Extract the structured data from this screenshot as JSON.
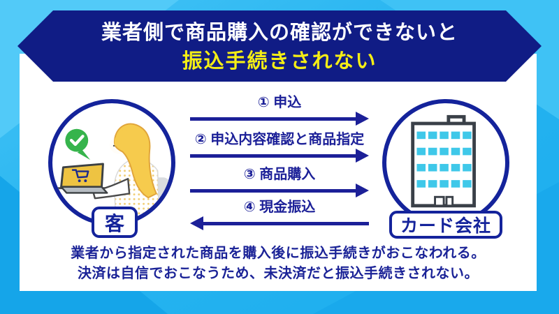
{
  "title": {
    "line1": "業者側で商品購入の確認ができないと",
    "line2": "振込手続きされない"
  },
  "actors": {
    "customer": {
      "label": "客"
    },
    "card_company": {
      "label": "カード会社"
    }
  },
  "flow_steps": [
    {
      "label": "① 申込",
      "direction": "right"
    },
    {
      "label": "② 申込内容確認と商品指定",
      "direction": "right"
    },
    {
      "label": "③ 商品購入",
      "direction": "right"
    },
    {
      "label": "④ 現金振込",
      "direction": "left"
    }
  ],
  "footer": {
    "line1": "業者から指定された商品を購入後に振込手続きがおこなわれる。",
    "line2": "決済は自信でおこなうため、未決済だと振込手続きされない。"
  },
  "icons": {
    "customer_illustration": "woman-shopping-on-laptop",
    "check_bubble": "check-icon",
    "cart": "shopping-cart-icon",
    "building": "office-building-icon"
  },
  "colors": {
    "banner_navy": "#101c85",
    "accent_navy": "#1c2098",
    "title_yellow": "#f5ee15",
    "frame_blue": "#27b4f0",
    "window_cyan": "#3fc8e9",
    "bubble_green": "#36b44c",
    "laptop_yellow": "#eec342"
  }
}
